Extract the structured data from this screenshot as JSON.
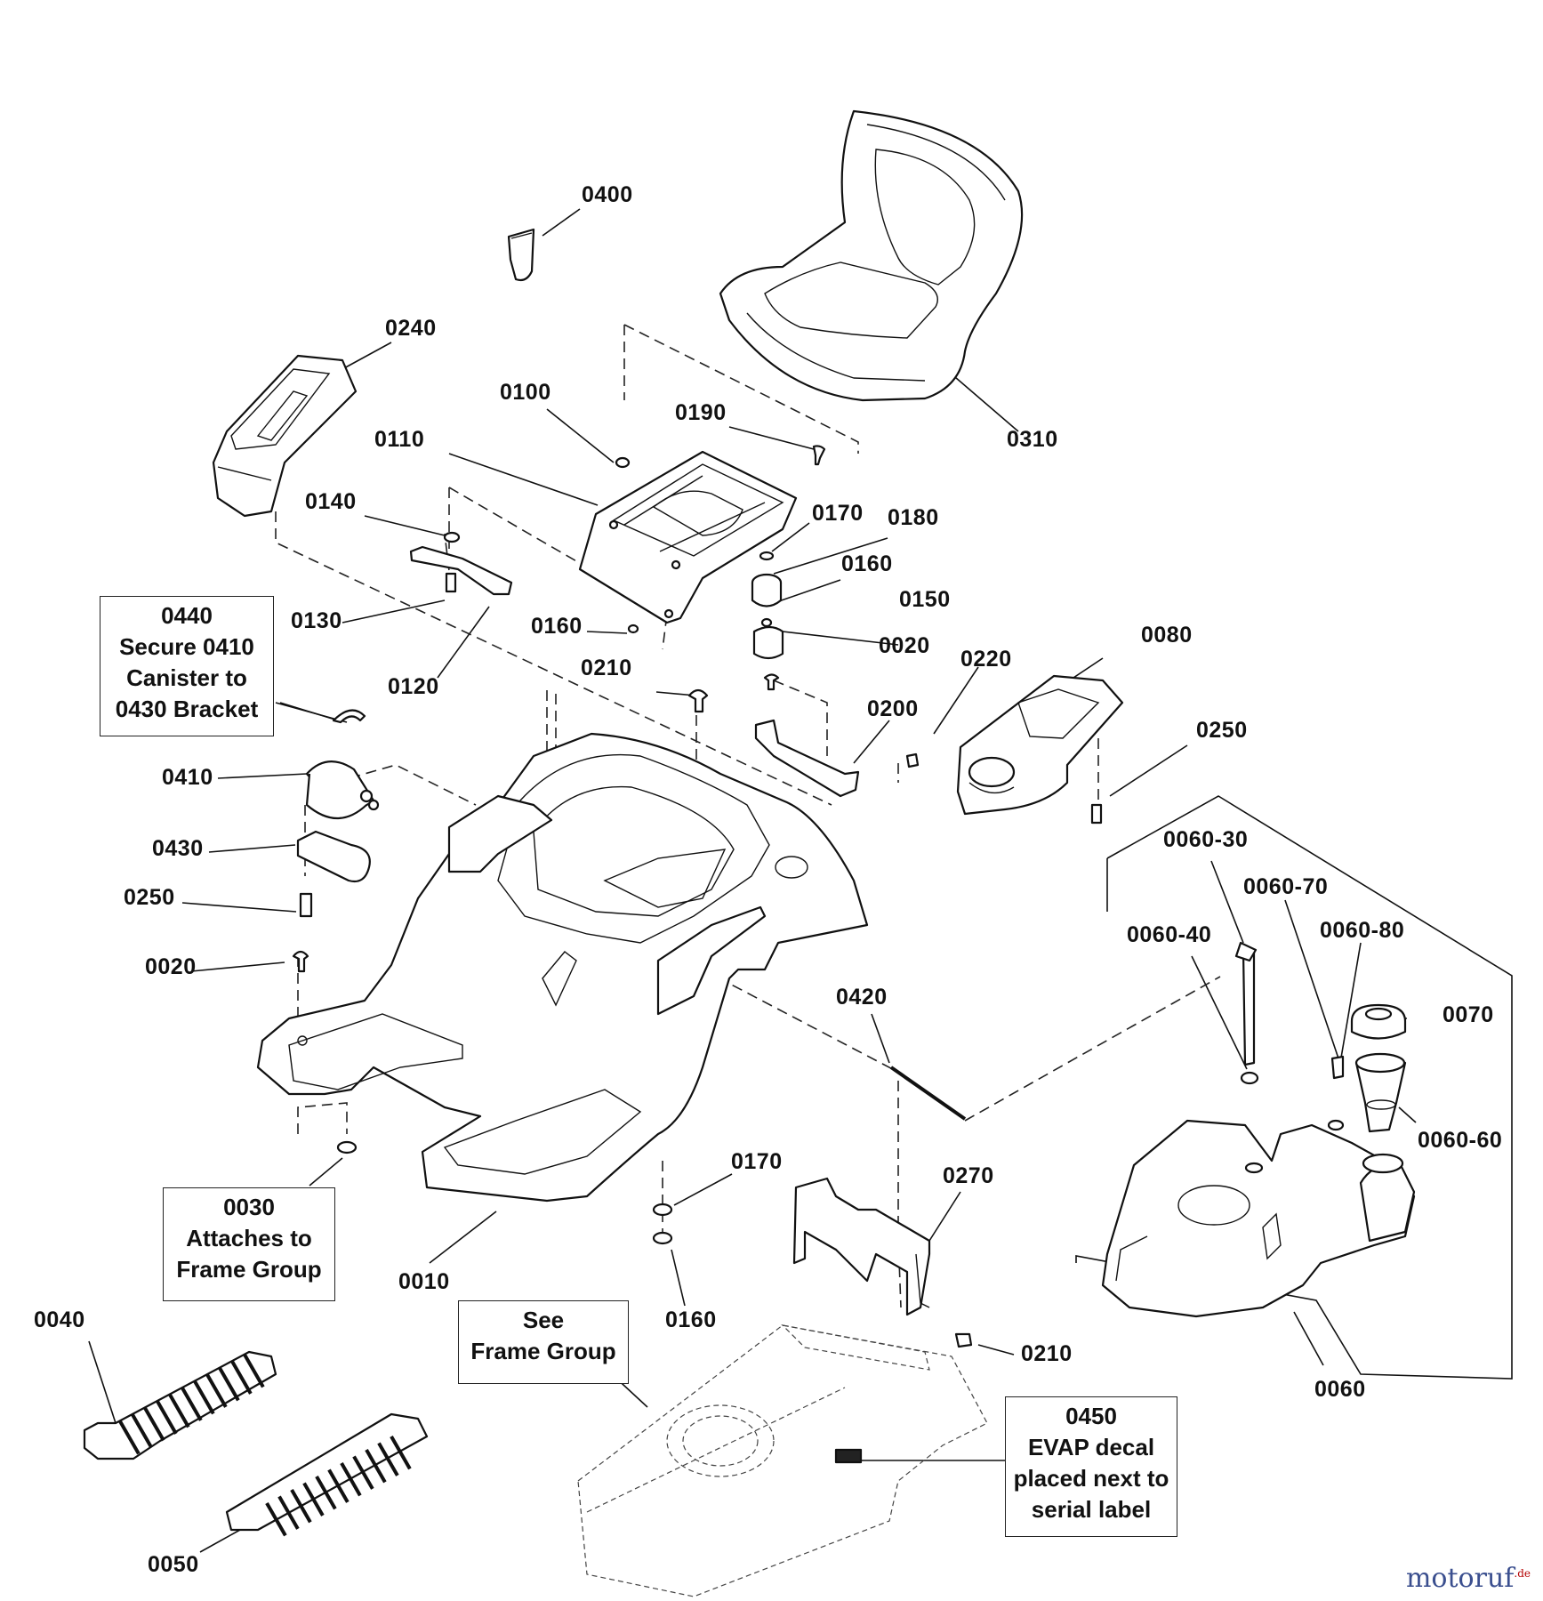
{
  "labels": {
    "p0400": "0400",
    "p0240": "0240",
    "p0100": "0100",
    "p0190": "0190",
    "p0310": "0310",
    "p0110": "0110",
    "p0140": "0140",
    "p0170a": "0170",
    "p0180": "0180",
    "p0160a": "0160",
    "p0130": "0130",
    "p0160b": "0160",
    "p0150": "0150",
    "p0120": "0120",
    "p0210a": "0210",
    "p0020a": "0020",
    "p0220": "0220",
    "p0080": "0080",
    "p0200": "0200",
    "p0250a": "0250",
    "p0410": "0410",
    "p0430": "0430",
    "p0250b": "0250",
    "p0020b": "0020",
    "p0060_30": "0060-30",
    "p0060_70": "0060-70",
    "p0060_40": "0060-40",
    "p0060_80": "0060-80",
    "p0070": "0070",
    "p0420": "0420",
    "p0060_60": "0060-60",
    "p0170b": "0170",
    "p0270": "0270",
    "p0010": "0010",
    "p0160c": "0160",
    "p0040": "0040",
    "p0210b": "0210",
    "p0060": "0060",
    "p0050": "0050"
  },
  "notes": {
    "n0440": {
      "line1": "0440",
      "line2": "Secure 0410",
      "line3": "Canister to",
      "line4": "0430 Bracket"
    },
    "n0030": {
      "line1": "0030",
      "line2": "Attaches to",
      "line3": "Frame Group"
    },
    "nframe": {
      "line1": "See",
      "line2": "Frame Group"
    },
    "n0450": {
      "line1": "0450",
      "line2": "EVAP decal",
      "line3": "placed next to",
      "line4": "serial label"
    }
  },
  "watermark": {
    "text": "motoruf",
    "suffix": ".de"
  }
}
